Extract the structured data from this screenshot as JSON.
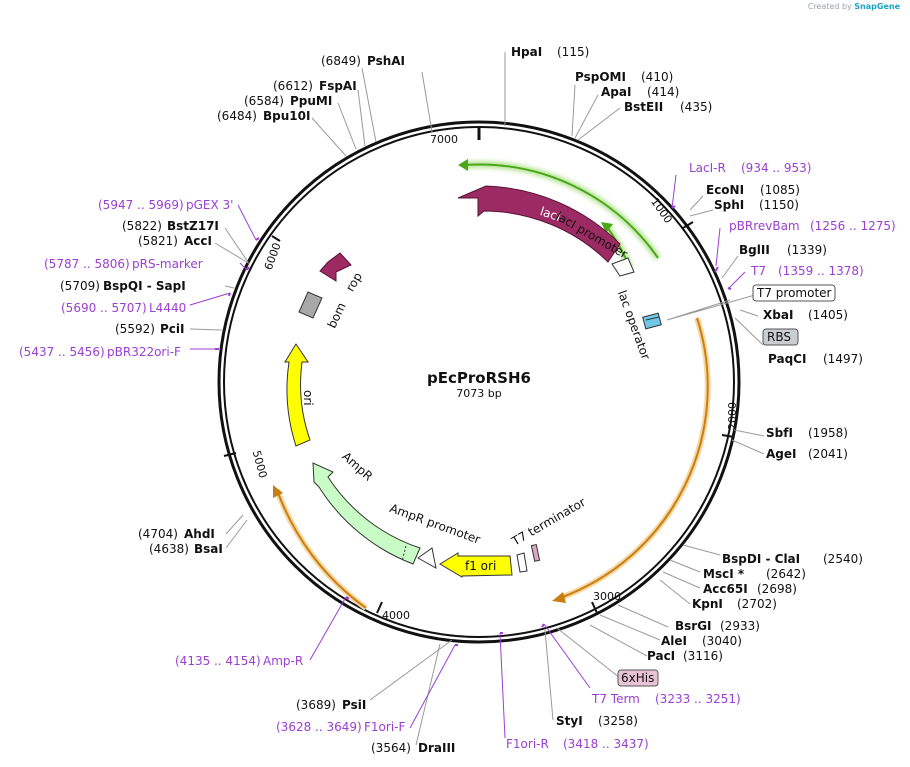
{
  "credit": {
    "prefix": "Created by",
    "brand": "SnapGene"
  },
  "plasmid": {
    "name": "pEcProRSH6",
    "size": "7073 bp"
  },
  "ticks": [
    "1000",
    "2000",
    "3000",
    "4000",
    "5000",
    "6000",
    "7000"
  ],
  "enzymes": [
    {
      "name": "HpaI",
      "pos": "(115)"
    },
    {
      "name": "PspOMI",
      "pos": "(410)"
    },
    {
      "name": "ApaI",
      "pos": "(414)"
    },
    {
      "name": "BstEII",
      "pos": "(435)"
    },
    {
      "name": "EcoNI",
      "pos": "(1085)"
    },
    {
      "name": "SphI",
      "pos": "(1150)"
    },
    {
      "name": "BglII",
      "pos": "(1339)"
    },
    {
      "name": "XbaI",
      "pos": "(1405)"
    },
    {
      "name": "PaqCI",
      "pos": "(1497)"
    },
    {
      "name": "SbfI",
      "pos": "(1958)"
    },
    {
      "name": "AgeI",
      "pos": "(2041)"
    },
    {
      "name": "BspDI - ClaI",
      "pos": "(2540)"
    },
    {
      "name": "MscI *",
      "pos": "(2642)"
    },
    {
      "name": "Acc65I",
      "pos": "(2698)"
    },
    {
      "name": "KpnI",
      "pos": "(2702)"
    },
    {
      "name": "BsrGI",
      "pos": "(2933)"
    },
    {
      "name": "AleI",
      "pos": "(3040)"
    },
    {
      "name": "PacI",
      "pos": "(3116)"
    },
    {
      "name": "StyI",
      "pos": "(3258)"
    },
    {
      "name": "DraIII",
      "pos": "(3564)"
    },
    {
      "name": "PsiI",
      "pos": "(3689)"
    },
    {
      "name": "BsaI",
      "pos": "(4638)"
    },
    {
      "name": "AhdI",
      "pos": "(4704)"
    },
    {
      "name": "PciI",
      "pos": "(5592)"
    },
    {
      "name": "BspQI - SapI",
      "pos": "(5709)"
    },
    {
      "name": "AccI",
      "pos": "(5821)"
    },
    {
      "name": "BstZ17I",
      "pos": "(5822)"
    },
    {
      "name": "Bpu10I",
      "pos": "(6484)"
    },
    {
      "name": "PpuMI",
      "pos": "(6584)"
    },
    {
      "name": "FspAI",
      "pos": "(6612)"
    },
    {
      "name": "PshAI",
      "pos": "(6849)"
    }
  ],
  "primers": [
    {
      "name": "LacI-R",
      "pos": "(934 .. 953)"
    },
    {
      "name": "pBRrevBam",
      "pos": "(1256 .. 1275)"
    },
    {
      "name": "T7",
      "pos": "(1359 .. 1378)"
    },
    {
      "name": "T7 Term",
      "pos": "(3233 .. 3251)"
    },
    {
      "name": "F1ori-R",
      "pos": "(3418 .. 3437)"
    },
    {
      "name": "F1ori-F",
      "pos": "(3628 .. 3649)"
    },
    {
      "name": "Amp-R",
      "pos": "(4135 .. 4154)"
    },
    {
      "name": "pBR322ori-F",
      "pos": "(5437 .. 5456)"
    },
    {
      "name": "L4440",
      "pos": "(5690 .. 5707)"
    },
    {
      "name": "pRS-marker",
      "pos": "(5787 .. 5806)"
    },
    {
      "name": "pGEX 3'",
      "pos": "(5947 .. 5969)"
    }
  ],
  "boxed": {
    "t7promoter": "T7 promoter",
    "rbs": "RBS",
    "his": "6xHis"
  },
  "features": {
    "lacI": "lacI",
    "lacIpromoter": "lacI promoter",
    "lacoperator": "lac operator",
    "rop": "rop",
    "bom": "bom",
    "ori": "ori",
    "ampR": "AmpR",
    "ampRpromoter": "AmpR promoter",
    "f1ori": "f1 ori",
    "t7terminator": "T7 terminator"
  },
  "colors": {
    "lacI": "#9b2b62",
    "ori": "#ffff00",
    "ampR": "#c9fbc6",
    "f1ori": "#ffff00",
    "rop": "#9b2b62",
    "bom": "#a8a8a8",
    "primer": "#9b3fd0",
    "orf_green": "#4aa818",
    "orf_orange": "#c87f10"
  }
}
